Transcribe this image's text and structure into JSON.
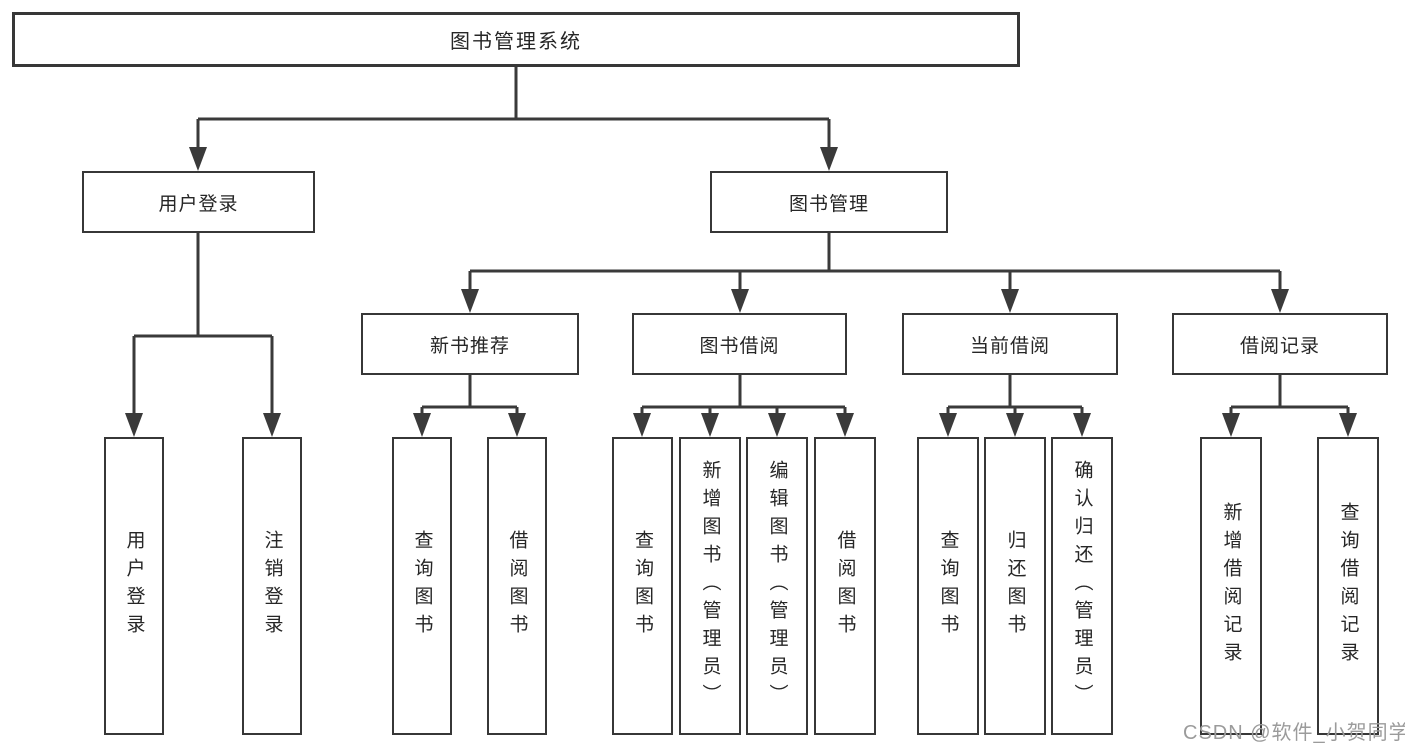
{
  "tree": {
    "root": {
      "label": "图书管理系统"
    },
    "children": [
      {
        "label": "用户登录",
        "children": [
          {
            "label": "用户登录"
          },
          {
            "label": "注销登录"
          }
        ]
      },
      {
        "label": "图书管理",
        "children": [
          {
            "label": "新书推荐",
            "children": [
              {
                "label": "查询图书"
              },
              {
                "label": "借阅图书"
              }
            ]
          },
          {
            "label": "图书借阅",
            "children": [
              {
                "label": "查询图书"
              },
              {
                "label": "新增图书（管理员）"
              },
              {
                "label": "编辑图书（管理员）"
              },
              {
                "label": "借阅图书"
              }
            ]
          },
          {
            "label": "当前借阅",
            "children": [
              {
                "label": "查询图书"
              },
              {
                "label": "归还图书"
              },
              {
                "label": "确认归还（管理员）"
              }
            ]
          },
          {
            "label": "借阅记录",
            "children": [
              {
                "label": "新增借阅记录"
              },
              {
                "label": "查询借阅记录"
              }
            ]
          }
        ]
      }
    ]
  },
  "watermark": {
    "text": "CSDN @软件_小贺同学"
  },
  "colors": {
    "line": "#3a3a3a",
    "border": "#373737",
    "text": "#262626",
    "background": "#ffffff",
    "watermark_text": "#9b9b9b"
  }
}
